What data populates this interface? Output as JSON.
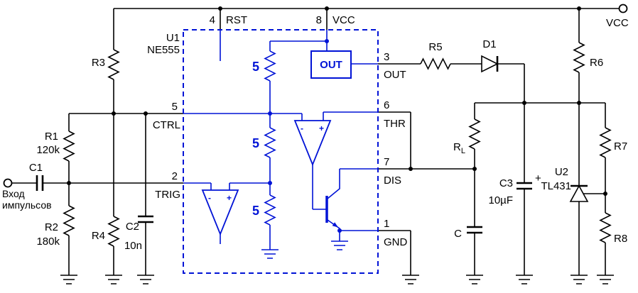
{
  "power": {
    "vcc": "VCC"
  },
  "input_terminal": {
    "label_line1": "Вход",
    "label_line2": "импульсов"
  },
  "u1": {
    "ref": "U1",
    "part": "NE555",
    "pins": {
      "rst": {
        "num": "4",
        "name": "RST"
      },
      "vcc": {
        "num": "8",
        "name": "VCC"
      },
      "out": {
        "num": "3",
        "name": "OUT"
      },
      "ctrl": {
        "num": "5",
        "name": "CTRL"
      },
      "trig": {
        "num": "2",
        "name": "TRIG"
      },
      "thr": {
        "num": "6",
        "name": "THR"
      },
      "dis": {
        "num": "7",
        "name": "DIS"
      },
      "gnd": {
        "num": "1",
        "name": "GND"
      }
    },
    "internals": {
      "divider_value": "5",
      "out_block": "OUT",
      "minus": "-",
      "plus": "+"
    }
  },
  "components": {
    "r1": {
      "ref": "R1",
      "value": "120k"
    },
    "r2": {
      "ref": "R2",
      "value": "180k"
    },
    "r3": {
      "ref": "R3"
    },
    "r4": {
      "ref": "R4"
    },
    "r5": {
      "ref": "R5"
    },
    "r6": {
      "ref": "R6"
    },
    "r7": {
      "ref": "R7"
    },
    "r8": {
      "ref": "R8"
    },
    "rl": {
      "ref": "R",
      "sub": "L"
    },
    "c1": {
      "ref": "C1"
    },
    "c2": {
      "ref": "C2",
      "value": "10n"
    },
    "c3": {
      "ref": "C3",
      "value": "10µF",
      "polarity": "+"
    },
    "c": {
      "ref": "C"
    },
    "d1": {
      "ref": "D1"
    },
    "u2": {
      "ref": "U2",
      "part": "TL431"
    }
  },
  "colors": {
    "wire": "#000000",
    "ic_internal": "#0013d6"
  }
}
